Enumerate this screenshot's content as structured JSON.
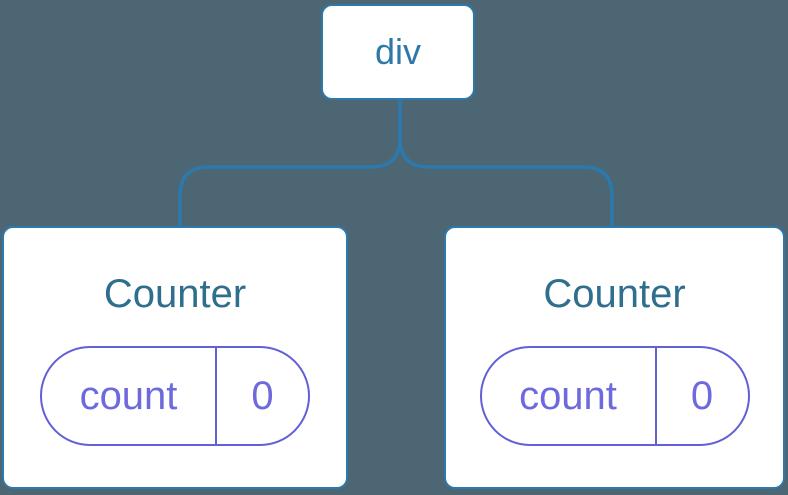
{
  "diagram": {
    "description": "Component tree: a div parent with two Counter children, each holding its own count state",
    "colors": {
      "background": "#4c6673",
      "connector": "#2c79ac",
      "node_border": "#2c79ac",
      "node_text": "#2e79a9",
      "card_bg": "#ffffff",
      "card_border": "#2c79ac",
      "title_text": "#2f6e8c",
      "state_border": "#6160d6",
      "state_text": "#6e6ade"
    },
    "root": {
      "label": "div"
    },
    "children": [
      {
        "title": "Counter",
        "state": {
          "key": "count",
          "value": "0"
        }
      },
      {
        "title": "Counter",
        "state": {
          "key": "count",
          "value": "0"
        }
      }
    ]
  }
}
